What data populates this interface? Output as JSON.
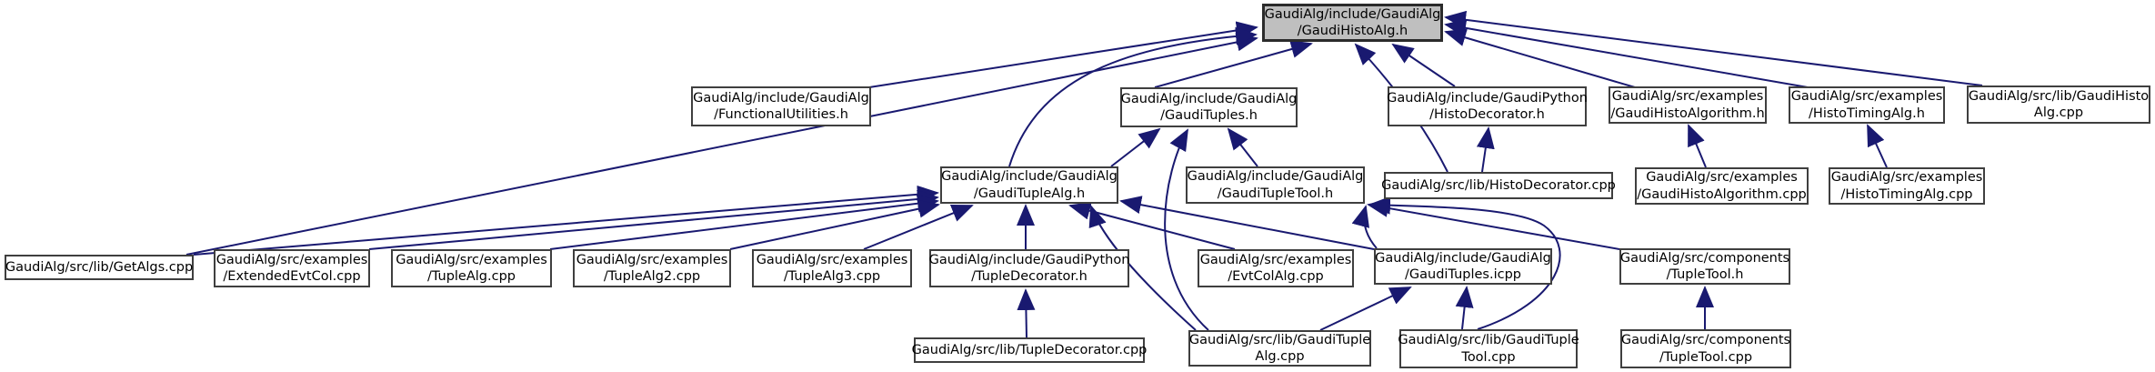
{
  "diagram": {
    "kind": "include-dependency-graph",
    "main_file": "GaudiAlg/include/GaudiAlg/GaudiHistoAlg.h",
    "colors": {
      "edge": "#191970",
      "main_node_fill": "#bfbfbf",
      "node_fill": "#ffffff",
      "node_border": "#3f3f3f",
      "text": "#000000",
      "background": "#ffffff"
    }
  },
  "nodes": [
    {
      "id": "main",
      "label": "GaudiAlg/include/GaudiAlg\n/GaudiHistoAlg.h",
      "main": true
    },
    {
      "id": "fu",
      "label": "GaudiAlg/include/GaudiAlg\n/FunctionalUtilities.h"
    },
    {
      "id": "gt",
      "label": "GaudiAlg/include/GaudiAlg\n/GaudiTuples.h"
    },
    {
      "id": "hdh",
      "label": "GaudiAlg/include/GaudiPython\n/HistoDecorator.h"
    },
    {
      "id": "ghah",
      "label": "GaudiAlg/src/examples\n/GaudiHistoAlgorithm.h"
    },
    {
      "id": "hth",
      "label": "GaudiAlg/src/examples\n/HistoTimingAlg.h"
    },
    {
      "id": "ghacpp",
      "label": "GaudiAlg/src/lib/GaudiHisto\nAlg.cpp"
    },
    {
      "id": "ta",
      "label": "GaudiAlg/include/GaudiAlg\n/GaudiTupleAlg.h"
    },
    {
      "id": "tt",
      "label": "GaudiAlg/include/GaudiAlg\n/GaudiTupleTool.h"
    },
    {
      "id": "hdcpp",
      "label": "GaudiAlg/src/lib/HistoDecorator.cpp"
    },
    {
      "id": "ghac",
      "label": "GaudiAlg/src/examples\n/GaudiHistoAlgorithm.cpp"
    },
    {
      "id": "htc",
      "label": "GaudiAlg/src/examples\n/HistoTimingAlg.cpp"
    },
    {
      "id": "getalgs",
      "label": "GaudiAlg/src/lib/GetAlgs.cpp"
    },
    {
      "id": "eec",
      "label": "GaudiAlg/src/examples\n/ExtendedEvtCol.cpp"
    },
    {
      "id": "talg",
      "label": "GaudiAlg/src/examples\n/TupleAlg.cpp"
    },
    {
      "id": "talg2",
      "label": "GaudiAlg/src/examples\n/TupleAlg2.cpp"
    },
    {
      "id": "talg3",
      "label": "GaudiAlg/src/examples\n/TupleAlg3.cpp"
    },
    {
      "id": "tdh",
      "label": "GaudiAlg/include/GaudiPython\n/TupleDecorator.h"
    },
    {
      "id": "eca",
      "label": "GaudiAlg/src/examples\n/EvtColAlg.cpp"
    },
    {
      "id": "icpp",
      "label": "GaudiAlg/include/GaudiAlg\n/GaudiTuples.icpp"
    },
    {
      "id": "tth",
      "label": "GaudiAlg/src/components\n/TupleTool.h"
    },
    {
      "id": "tdc",
      "label": "GaudiAlg/src/lib/TupleDecorator.cpp"
    },
    {
      "id": "gtac",
      "label": "GaudiAlg/src/lib/GaudiTuple\nAlg.cpp"
    },
    {
      "id": "gttc",
      "label": "GaudiAlg/src/lib/GaudiTuple\nTool.cpp"
    },
    {
      "id": "ttc",
      "label": "GaudiAlg/src/components\n/TupleTool.cpp"
    }
  ],
  "edges": [
    {
      "from": "fu",
      "to": "main"
    },
    {
      "from": "getalgs",
      "to": "main"
    },
    {
      "from": "ta",
      "to": "main"
    },
    {
      "from": "gt",
      "to": "main"
    },
    {
      "from": "hdcpp",
      "to": "main"
    },
    {
      "from": "hdh",
      "to": "main"
    },
    {
      "from": "ghah",
      "to": "main"
    },
    {
      "from": "hth",
      "to": "main"
    },
    {
      "from": "ghacpp",
      "to": "main"
    },
    {
      "from": "ta",
      "to": "gt"
    },
    {
      "from": "tt",
      "to": "gt"
    },
    {
      "from": "gtac",
      "to": "gt"
    },
    {
      "from": "hdcpp",
      "to": "hdh"
    },
    {
      "from": "ghac",
      "to": "ghah"
    },
    {
      "from": "htc",
      "to": "hth"
    },
    {
      "from": "getalgs",
      "to": "ta"
    },
    {
      "from": "eec",
      "to": "ta"
    },
    {
      "from": "talg",
      "to": "ta"
    },
    {
      "from": "talg2",
      "to": "ta"
    },
    {
      "from": "talg3",
      "to": "ta"
    },
    {
      "from": "tdh",
      "to": "ta"
    },
    {
      "from": "eca",
      "to": "ta"
    },
    {
      "from": "gtac",
      "to": "ta"
    },
    {
      "from": "icpp",
      "to": "ta"
    },
    {
      "from": "icpp",
      "to": "tt"
    },
    {
      "from": "tth",
      "to": "tt"
    },
    {
      "from": "gttc",
      "to": "tt"
    },
    {
      "from": "gtac",
      "to": "icpp"
    },
    {
      "from": "gttc",
      "to": "icpp"
    },
    {
      "from": "tdc",
      "to": "tdh"
    },
    {
      "from": "ttc",
      "to": "tth"
    }
  ]
}
